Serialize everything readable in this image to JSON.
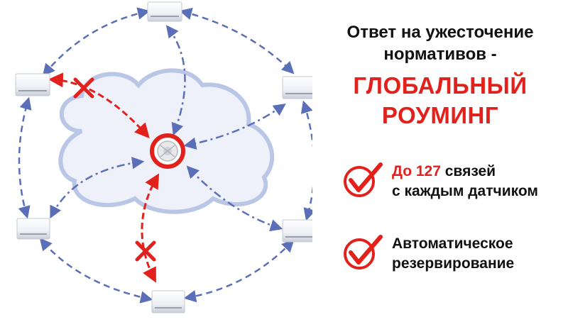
{
  "colors": {
    "accent_red": "#e2211c",
    "link_blue": "#5a6fb8",
    "cloud_fill": "#eef1f9",
    "cloud_stroke": "#b9c6e6"
  },
  "heading": {
    "line1": "Ответ на ужесточение",
    "line2": "нормативов -"
  },
  "global_roaming": {
    "line1": "ГЛОБАЛЬНЫЙ",
    "line2": "РОУМИНГ"
  },
  "features": [
    {
      "icon": "checkmark-icon",
      "highlight": "До 127",
      "rest1": " связей",
      "line2": "с каждым датчиком"
    },
    {
      "icon": "checkmark-icon",
      "line1": "Автоматическое",
      "line2": "резервирование"
    }
  ],
  "diagram": {
    "nodes": [
      "detector-top",
      "detector-top-right",
      "detector-bottom-right",
      "detector-bottom",
      "detector-bottom-left",
      "detector-top-left"
    ],
    "center": "smoke-detector-icon",
    "blocked_links": 2
  }
}
